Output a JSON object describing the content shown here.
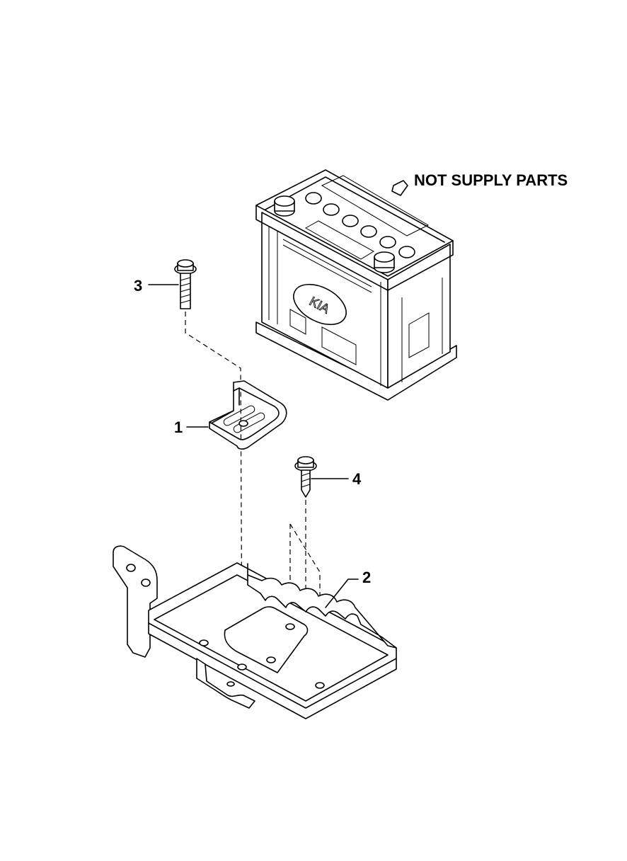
{
  "note": {
    "text": "NOT SUPPLY PARTS"
  },
  "battery": {
    "brand_logo": "KIA"
  },
  "callouts": [
    {
      "id": "1",
      "part": "battery-clamp"
    },
    {
      "id": "2",
      "part": "battery-tray"
    },
    {
      "id": "3",
      "part": "clamp-bolt"
    },
    {
      "id": "4",
      "part": "tray-bolt"
    }
  ],
  "colors": {
    "line": "#000000",
    "background": "#ffffff"
  }
}
